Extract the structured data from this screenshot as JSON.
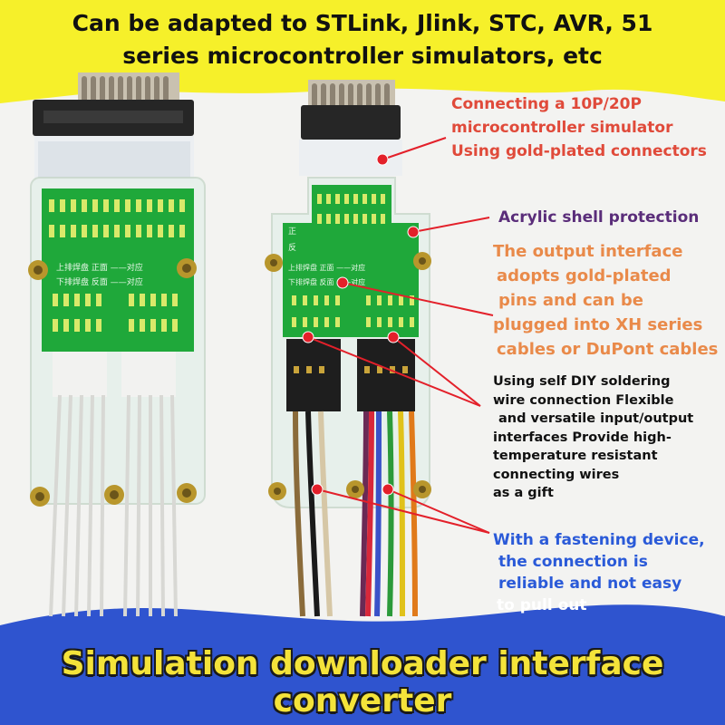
{
  "banner": {
    "line1": "Can be adapted to STLink, Jlink, STC, AVR, 51",
    "line2": "series microcontroller simulators, etc"
  },
  "callouts": {
    "connector_lines": [
      "Connecting a 10P/20P",
      "microcontroller simulator",
      "Using gold-plated connectors"
    ],
    "shell": "Acrylic shell protection",
    "output_lines": [
      "The output interface",
      "adopts gold-plated",
      "pins and can be",
      "plugged into XH series",
      "cables or DuPont cables"
    ],
    "diy_lines": [
      "Using self DIY soldering",
      "wire connection Flexible",
      "and versatile input/output",
      "interfaces Provide high-",
      "temperature resistant",
      "connecting wires",
      "as a gift"
    ],
    "fastening_lines": [
      "With a fastening device,",
      "the connection is",
      "reliable and not easy",
      "to pull out"
    ]
  },
  "title": "Simulation downloader interface converter",
  "pcb_silkscreen": {
    "left_rows": [
      "上排焊盘 正面 ——对应",
      "下排焊盘 反面 ——对应"
    ],
    "right_rows": [
      "上排焊盘 正面 ——对应",
      "下排焊盘 反面 ——对应"
    ],
    "side_marks": [
      "正",
      "反"
    ]
  },
  "colors": {
    "yellow_band": "#f6f02a",
    "blue_band": "#2f54cf",
    "pcb_green": "#1fa83a",
    "title_yellow": "#f4e33a",
    "leader_red": "#e3202a"
  }
}
